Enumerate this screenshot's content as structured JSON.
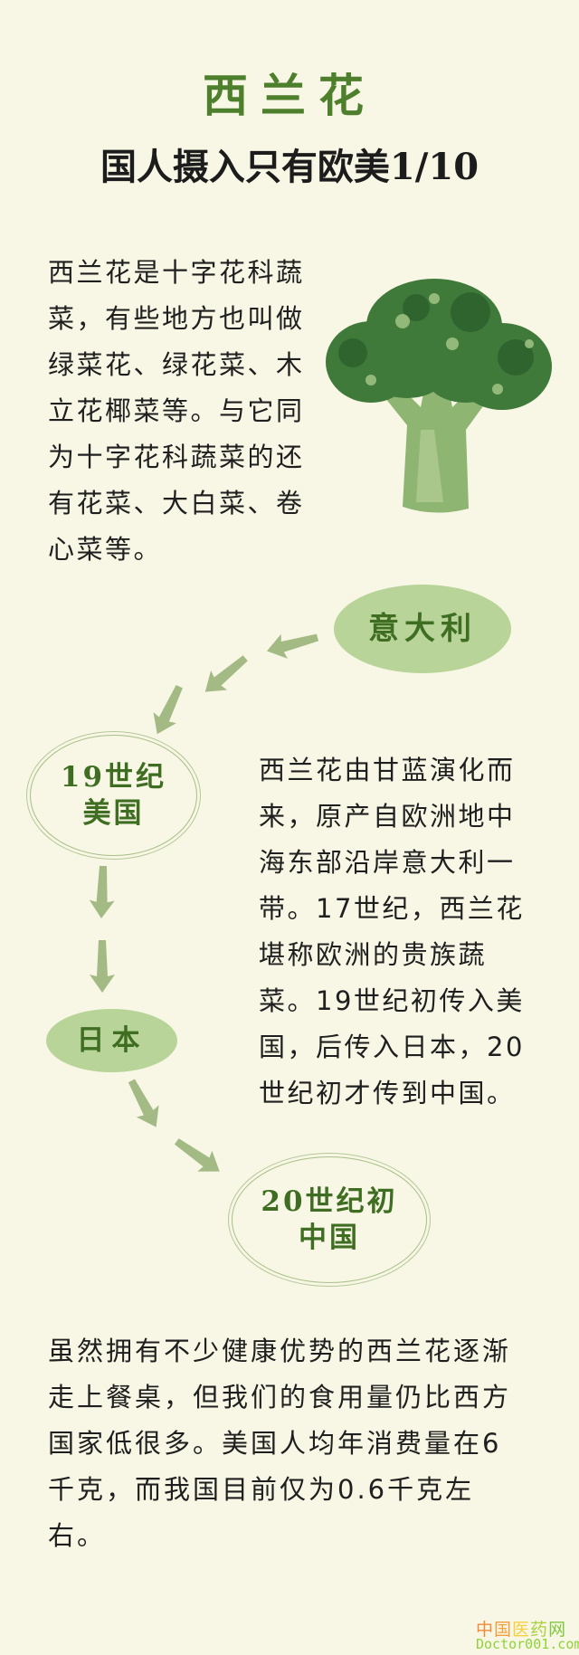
{
  "header": {
    "title": "西兰花",
    "subtitle": "国人摄入只有欧美1/10"
  },
  "intro": {
    "lines": [
      "西兰花是十字花科蔬",
      "菜，有些地方也叫做",
      "绿菜花、绿花菜、木",
      "立花椰菜等。与它同",
      "为十字花科蔬菜的还",
      "有花菜、大白菜、卷",
      "心菜等。"
    ]
  },
  "timeline": {
    "italy": "意大利",
    "usa": {
      "line1": "19世纪",
      "line2": "美国"
    },
    "japan": "日本",
    "china": {
      "line1": "20世纪初",
      "line2": "中国"
    }
  },
  "history": {
    "lines": [
      "西兰花由甘蓝演化而",
      "来，原产自欧洲地中",
      "海东部沿岸意大利一",
      "带。17世纪，西兰花",
      "堪称欧洲的贵族蔬",
      "菜。19世纪初传入美",
      "国，后传入日本，20",
      "世纪初才传到中国。"
    ]
  },
  "consumption": {
    "lines": [
      "虽然拥有不少健康优势的西兰花逐渐",
      "走上餐桌，但我们的食用量仍比西方",
      "国家低很多。美国人均年消费量在6",
      "千克，而我国目前仅为0.6千克左",
      "右。"
    ]
  },
  "watermark": {
    "chars": [
      "中",
      "国",
      "医",
      "药",
      "网"
    ],
    "url": "Doctor001.com"
  },
  "colors": {
    "background": "#f8f7e5",
    "accent": "#4e7f2c",
    "bubble": "#b8d498",
    "arrow": "#a3ba85"
  }
}
